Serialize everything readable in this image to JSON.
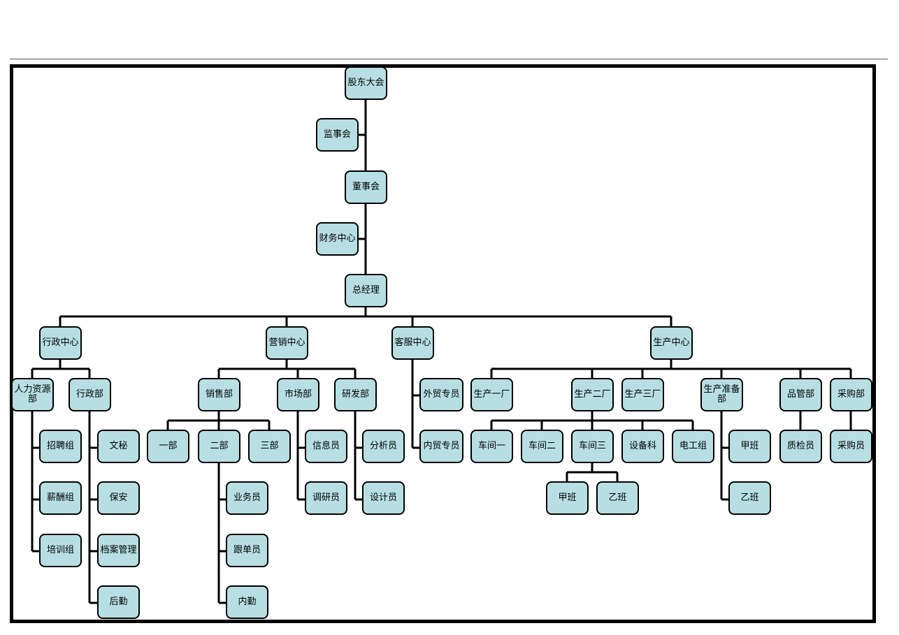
{
  "nodes": {
    "gudong": "股东大会",
    "jianshi": "监事会",
    "dongshi": "董事会",
    "caiwu": "财务中心",
    "zongjingli": "总经理",
    "xingzheng_center": "行政中心",
    "yingxiao_center": "营销中心",
    "kefu_center": "客服中心",
    "shengchan_center": "生产中心",
    "renli": "人力资源部",
    "xingzheng_bu": "行政部",
    "zhaopin": "招聘组",
    "xinchou": "薪酬组",
    "peixun": "培训组",
    "wenmi": "文秘",
    "baoan": "保安",
    "dangan": "档案管理",
    "houqin": "后勤",
    "xiaoshou": "销售部",
    "shichang": "市场部",
    "yanfa": "研发部",
    "yibu": "一部",
    "erbu": "二部",
    "sanbu": "三部",
    "yewu": "业务员",
    "gendan": "跟单员",
    "neiqin": "内勤",
    "xinxi": "信息员",
    "diaoyan": "调研员",
    "fenxi": "分析员",
    "sheji": "设计员",
    "waimao": "外贸专员",
    "neimao": "内贸专员",
    "chang1": "生产一厂",
    "chang2": "生产二厂",
    "chang3": "生产三厂",
    "zhunbei": "生产准备部",
    "pinguan": "品管部",
    "caigou": "采购部",
    "chejian1": "车间一",
    "chejian2": "车间二",
    "chejian3": "车间三",
    "shebei": "设备科",
    "diangong": "电工组",
    "jiaban_a": "甲班",
    "yiban_a": "乙班",
    "jiaban_b": "甲班",
    "yiban_b": "乙班",
    "zhijian": "质检员",
    "caigouyuan": "采购员"
  }
}
